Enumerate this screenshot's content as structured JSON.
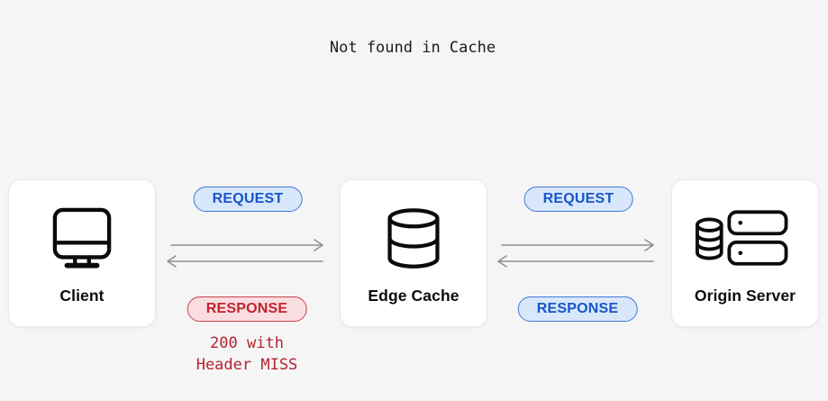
{
  "annotations": {
    "cache_miss_note": "Not found in Cache",
    "response_detail_line1": "200 with",
    "response_detail_line2": "Header MISS"
  },
  "nodes": [
    {
      "id": "client",
      "label": "Client",
      "icon": "monitor-icon"
    },
    {
      "id": "edge-cache",
      "label": "Edge Cache",
      "icon": "database-icon"
    },
    {
      "id": "origin-server",
      "label": "Origin Server",
      "icon": "server-icon"
    }
  ],
  "links": {
    "client_edge": {
      "request_label": "REQUEST",
      "response_label": "RESPONSE"
    },
    "edge_origin": {
      "request_label": "REQUEST",
      "response_label": "RESPONSE"
    }
  },
  "colors": {
    "bg": "#f5f5f6",
    "badge_blue_bg": "#d9e7fb",
    "badge_blue_border": "#3d7ad9",
    "badge_blue_text": "#1656c9",
    "badge_red_bg": "#fadde0",
    "badge_red_border": "#c9404d",
    "badge_red_text": "#c2242e",
    "arrow": "#8f8f8f",
    "note_text": "#1c1c1c",
    "error_text": "#b32430"
  }
}
